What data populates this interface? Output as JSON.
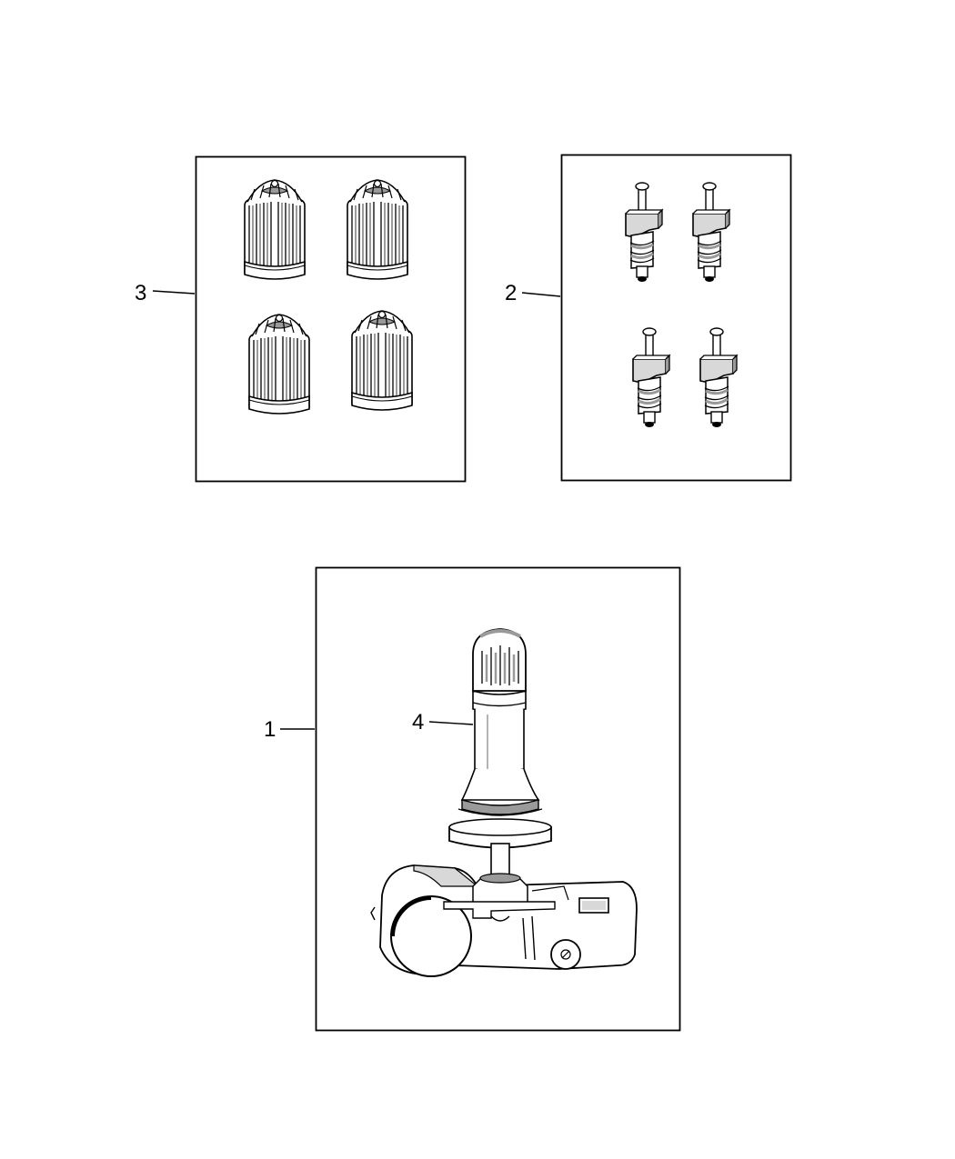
{
  "callouts": {
    "item1": "1",
    "item2": "2",
    "item3": "3",
    "item4": "4"
  },
  "colors": {
    "line": "#000000",
    "background": "#ffffff",
    "shade_dark": "#9a9a9a",
    "shade_light": "#d8d8d8"
  },
  "icons": {
    "valve_caps": "valve-cap-icon",
    "valve_cores": "valve-core-icon",
    "sensor": "tire-pressure-sensor-icon"
  }
}
